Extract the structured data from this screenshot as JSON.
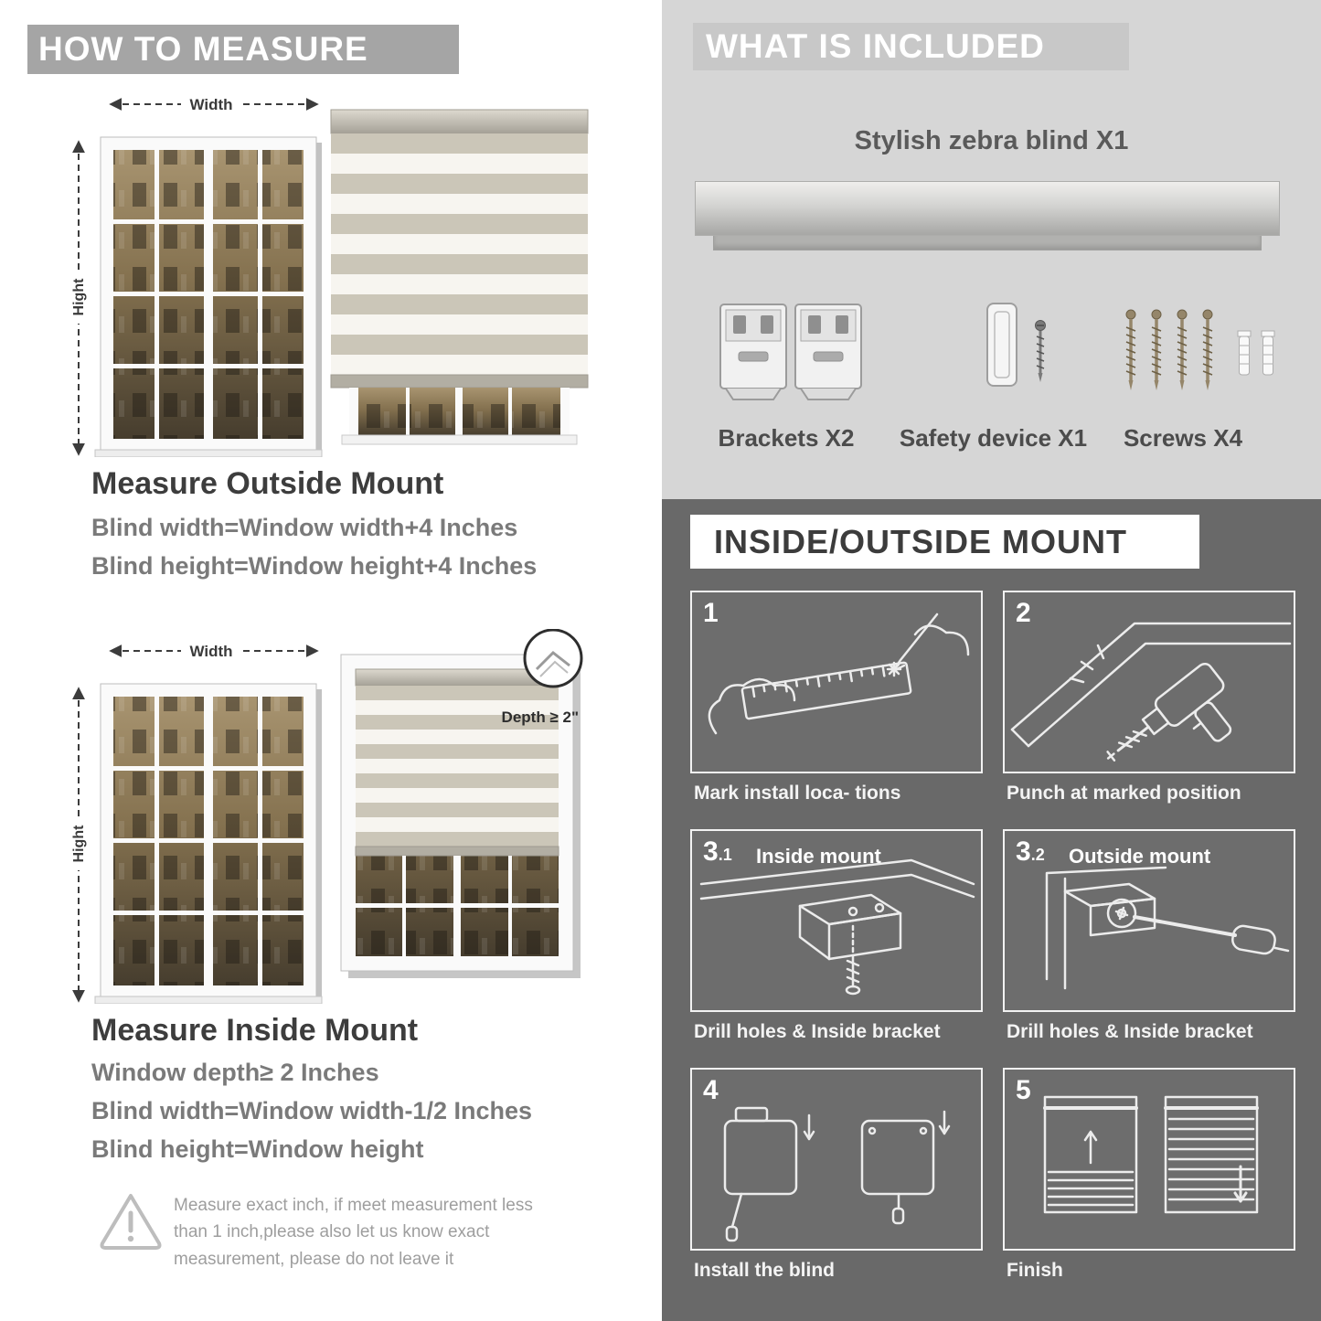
{
  "left": {
    "header": "HOW TO MEASURE",
    "outside": {
      "width_label": "Width",
      "height_label": "Hight",
      "title": "Measure Outside Mount",
      "lines": [
        "Blind width=Window width+4 Inches",
        "Blind height=Window height+4 Inches"
      ]
    },
    "inside": {
      "width_label": "Width",
      "height_label": "Hight",
      "depth_label": "Depth ≥ 2\"",
      "title": "Measure Inside Mount",
      "lines": [
        "Window depth≥ 2 Inches",
        "Blind width=Window width-1/2 Inches",
        "Blind height=Window height"
      ]
    },
    "warning_text": "Measure exact inch, if meet measurement less than 1 inch,please also let us know exact measurement, please do not leave it"
  },
  "right": {
    "included": {
      "header": "WHAT IS INCLUDED",
      "product_label": "Stylish zebra blind X1",
      "item_labels": [
        "Brackets X2",
        "Safety device X1",
        "Screws X4"
      ]
    },
    "mount": {
      "header": "INSIDE/OUTSIDE MOUNT",
      "steps": [
        {
          "num": "1",
          "sub": "",
          "label": "",
          "caption": "Mark install loca- tions"
        },
        {
          "num": "2",
          "sub": "",
          "label": "",
          "caption": "Punch at  marked position"
        },
        {
          "num": "3",
          "sub": ".1",
          "label": "Inside mount",
          "caption": "Drill holes &  Inside bracket"
        },
        {
          "num": "3",
          "sub": ".2",
          "label": "Outside mount",
          "caption": "Drill holes &  Inside bracket"
        },
        {
          "num": "4",
          "sub": "",
          "label": "",
          "caption": "Install the blind"
        },
        {
          "num": "5",
          "sub": "",
          "label": "",
          "caption": "Finish"
        }
      ]
    }
  }
}
